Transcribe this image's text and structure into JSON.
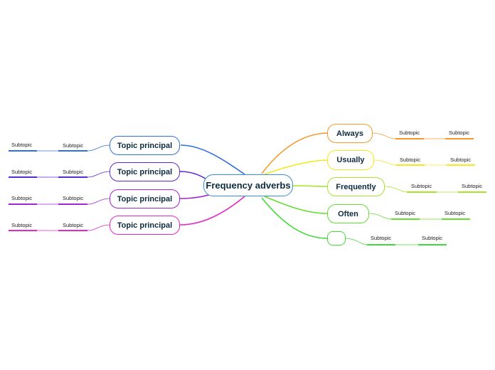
{
  "central": {
    "label": "Frequency adverbs"
  },
  "right_topics": [
    {
      "label": "Always",
      "color": "#f39a2b",
      "subtopics": [
        "Subtopic",
        "Subtopic"
      ]
    },
    {
      "label": "Usually",
      "color": "#f2e81f",
      "subtopics": [
        "Subtopic",
        "Subtopic"
      ]
    },
    {
      "label": "Frequently",
      "color": "#a6e52c",
      "subtopics": [
        "Subtopic",
        "Subtopic"
      ]
    },
    {
      "label": "Often",
      "color": "#66dd33",
      "subtopics": [
        "Subtopic",
        "Subtopic"
      ]
    },
    {
      "label": "",
      "color": "#44d93a",
      "subtopics": [
        "Subtopic",
        "Subtopic"
      ]
    }
  ],
  "left_topics": [
    {
      "label": "Topic principal",
      "color": "#2f6fe0",
      "subtopics": [
        "Subtopic",
        "Subtopic"
      ]
    },
    {
      "label": "Topic principal",
      "color": "#5b28d6",
      "subtopics": [
        "Subtopic",
        "Subtopic"
      ]
    },
    {
      "label": "Topic principal",
      "color": "#a126d4",
      "subtopics": [
        "Subtopic",
        "Subtopic"
      ]
    },
    {
      "label": "Topic principal",
      "color": "#e128c8",
      "subtopics": [
        "Subtopic",
        "Subtopic"
      ]
    }
  ],
  "central_color": "#3a8ed8"
}
